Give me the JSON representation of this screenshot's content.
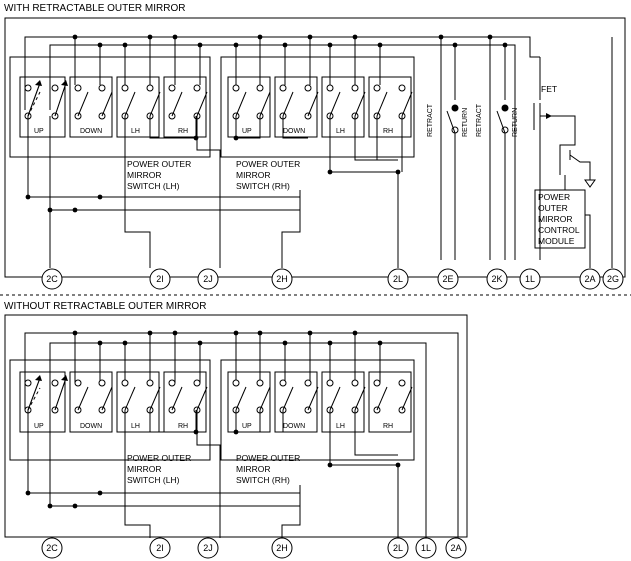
{
  "titles": {
    "top": "WITH RETRACTABLE OUTER MIRROR",
    "bottom": "WITHOUT RETRACTABLE OUTER MIRROR"
  },
  "switch_labels": {
    "up": "UP",
    "down": "DOWN",
    "lh": "LH",
    "rh": "RH"
  },
  "switch_lh_lines": [
    "POWER OUTER",
    "MIRROR",
    "SWITCH  (LH)"
  ],
  "switch_rh_lines": [
    "POWER OUTER",
    "MIRROR",
    "SWITCH  (RH)"
  ],
  "retract_label": "RETRACT",
  "return_label": "RETURN",
  "fet_label": "FET",
  "module_lines": [
    "POWER",
    "OUTER",
    "MIRROR",
    "CONTROL",
    "MODULE"
  ],
  "top_pins": [
    "2C",
    "2I",
    "2J",
    "2H",
    "2L",
    "2E",
    "2K",
    "1L",
    "2A",
    "2G"
  ],
  "bottom_pins": [
    "2C",
    "2I",
    "2J",
    "2H",
    "2L",
    "1L",
    "2A"
  ]
}
